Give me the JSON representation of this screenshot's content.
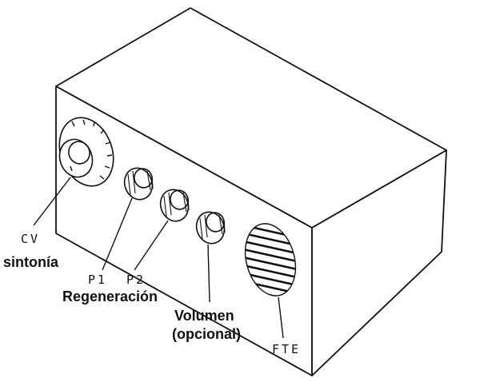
{
  "labels": {
    "cv": "CV",
    "sintonia": "sintonía",
    "p1": "P1",
    "p2": "P2",
    "regeneracion": "Regeneración",
    "volumen": "Volumen",
    "opcional": "(opcional)",
    "fte": "FTE"
  },
  "colors": {
    "ink": "#111111",
    "background": "#ffffff"
  }
}
